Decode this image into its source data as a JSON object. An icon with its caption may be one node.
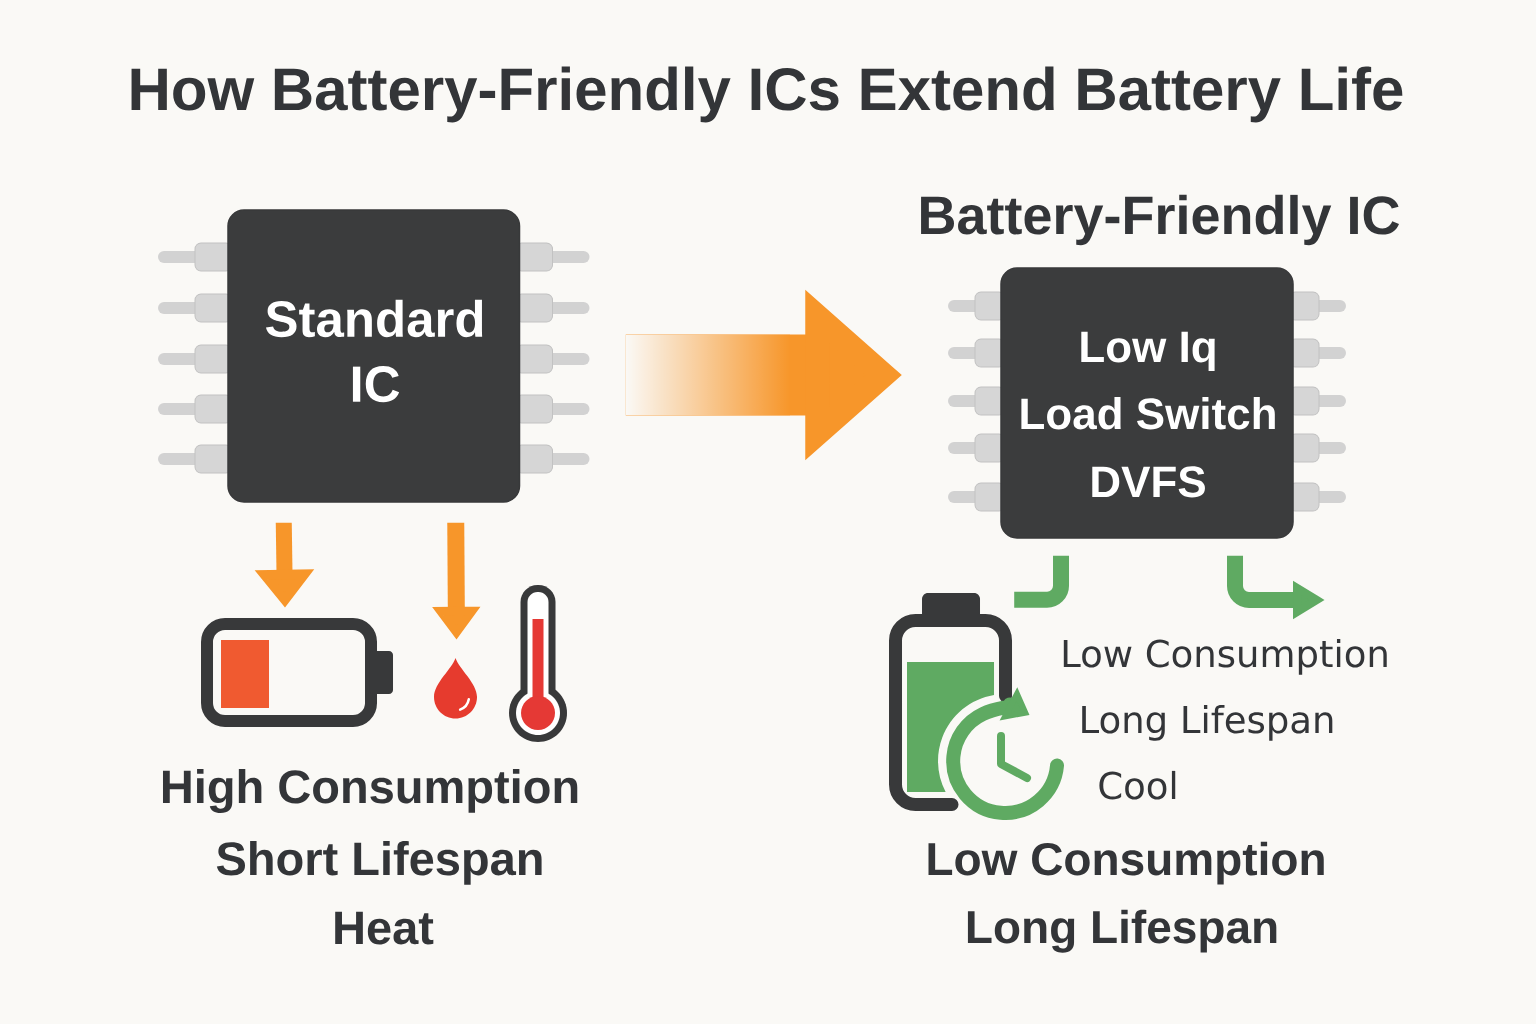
{
  "diagram": {
    "title": "How Battery-Friendly ICs Extend Battery Life",
    "nodes": [
      {
        "text": [
          "Standard IC"
        ]
      },
      {
        "text": [
          "Battery-Friendly IC",
          "Low Iq",
          "Load Switch",
          "DVFS"
        ]
      },
      {
        "text": [],
        "shape": "picture"
      },
      {
        "text": [],
        "shape": "picture"
      },
      {
        "text": [],
        "shape": "picture",
        "beside": [
          "Low Consumption",
          "Long Lifespan",
          "Cool"
        ]
      }
    ],
    "edges": [
      {
        "from": 0,
        "to": 2,
        "arrow": "to"
      },
      {
        "from": 0,
        "to": 3,
        "arrow": "to"
      },
      {
        "from": 0,
        "to": 1,
        "arrow": "to",
        "style": "thick"
      },
      {
        "from": 1,
        "to": 4,
        "arrow": "none",
        "color": "#5faa62"
      },
      {
        "from": 1,
        "to": null,
        "arrow": "to",
        "color": "#5faa62"
      }
    ],
    "labels": [
      "High Consumption",
      "Short Lifespan",
      "Heat",
      "Low Consumption",
      "Long Lifespan"
    ]
  }
}
